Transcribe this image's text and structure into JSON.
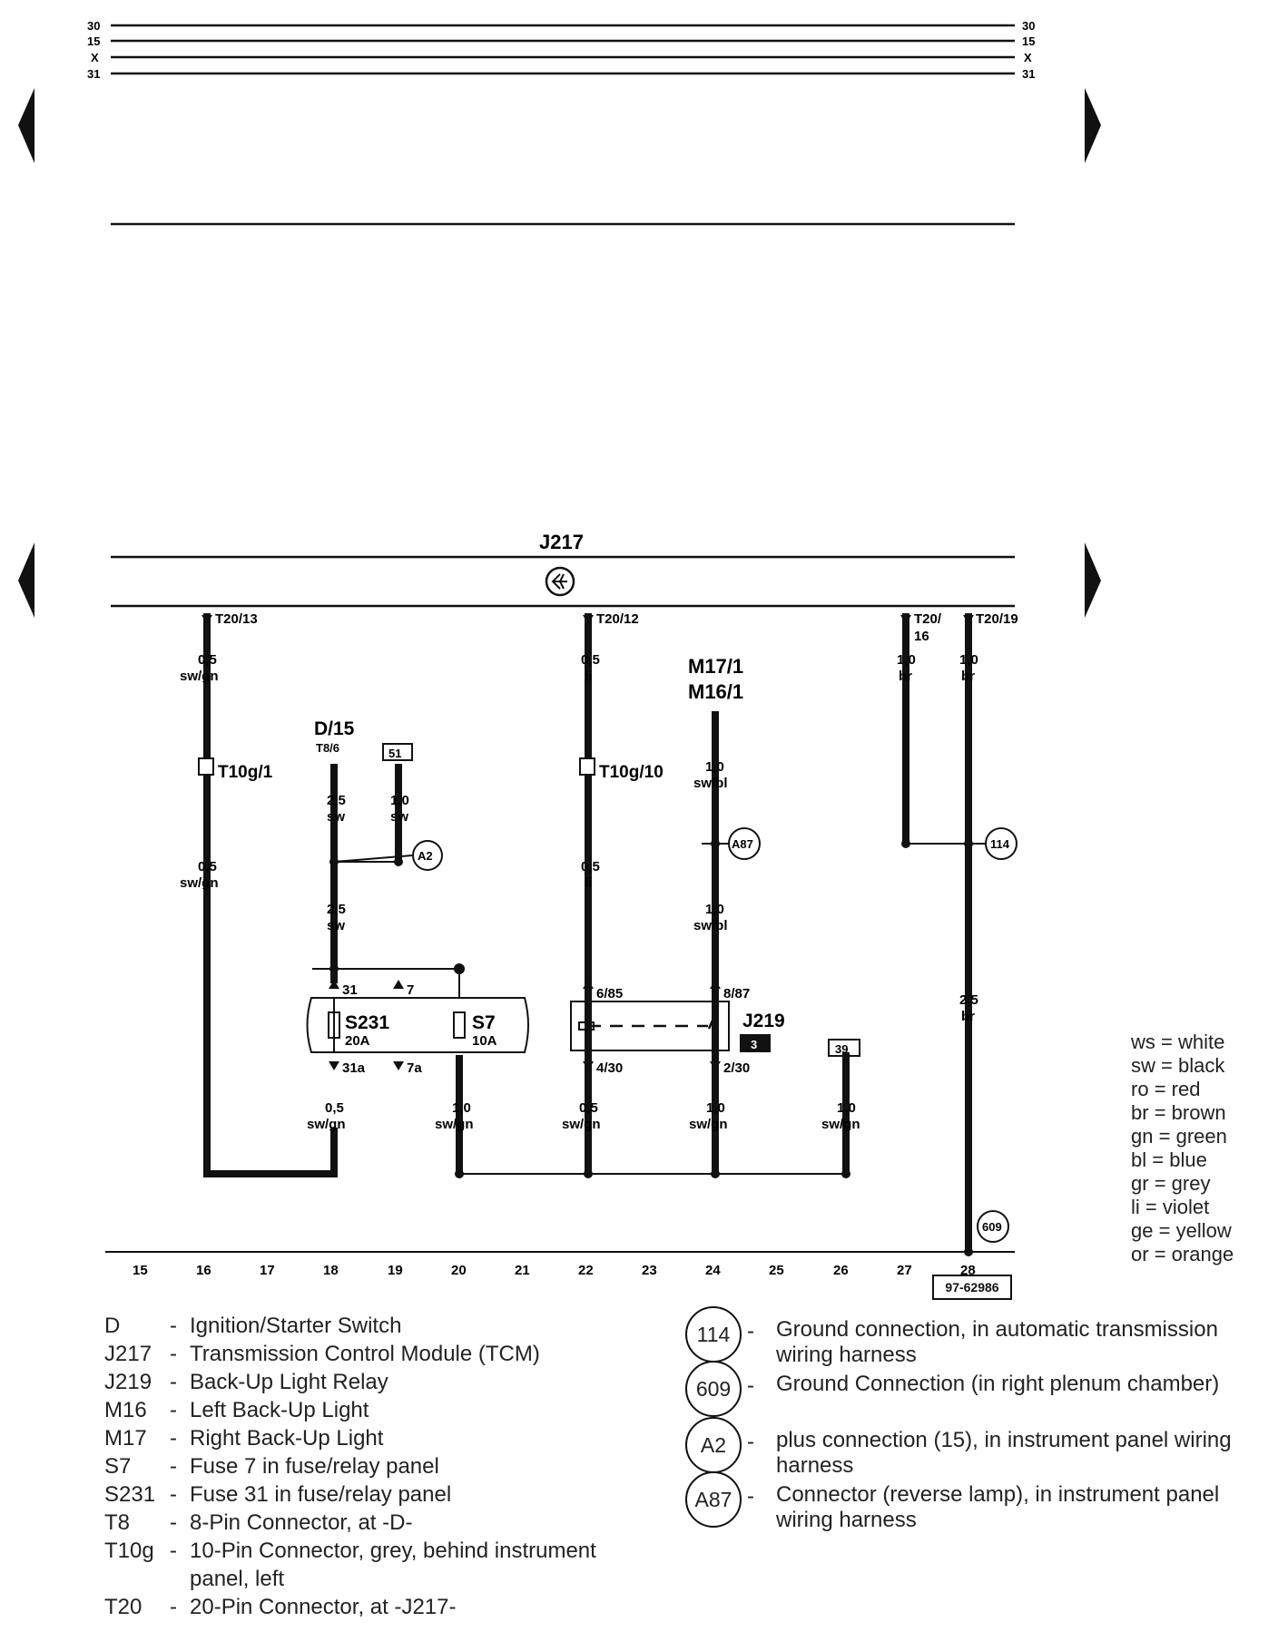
{
  "bus_lines": {
    "l30": "30",
    "l15": "15",
    "lX": "X",
    "l31": "31"
  },
  "module": {
    "code": "J217"
  },
  "wires": {
    "t20_13": "T20/13",
    "t20_12": "T20/12",
    "t20_16a": "T20/",
    "t20_16b": "16",
    "t20_19": "T20/19",
    "w1_top_gauge": "0,5",
    "w1_top_color": "sw/gn",
    "w1_mid_gauge": "0,5",
    "w1_mid_color": "sw/gn",
    "t10g1": "T10g/1",
    "t10g10": "T10g/10",
    "w22_top_gauge": "0,5",
    "w22_top_color": "li",
    "w22_mid_gauge": "0,5",
    "w22_mid_color": "li",
    "d15": "D/15",
    "t8_6": "T8/6",
    "w18a_gauge": "2,5",
    "w18a_color": "sw",
    "w18b_gauge": "2,5",
    "w18b_color": "sw",
    "box51": "51",
    "w19_gauge": "1,0",
    "w19_color": "sw",
    "m17": "M17/1",
    "m16": "M16/1",
    "w24a_gauge": "1,0",
    "w24a_color": "sw/bl",
    "w24b_gauge": "1,0",
    "w24b_color": "sw/bl",
    "w27_gauge": "1,0",
    "w27_color": "br",
    "w28_gauge": "1,0",
    "w28_color": "br",
    "w28b_gauge": "2,5",
    "w28b_color": "br",
    "p31": "31",
    "p7": "7",
    "p31a": "31a",
    "p7a": "7a",
    "p685": "6/85",
    "p887": "8/87",
    "p430": "4/30",
    "p230": "2/30",
    "s231": "S231",
    "s231a": "20A",
    "s7": "S7",
    "s7a": "10A",
    "j219": "J219",
    "j219box": "3",
    "box39": "39",
    "b18_gauge": "0,5",
    "b18_color": "sw/gn",
    "b20_gauge": "1,0",
    "b20_color": "sw/gn",
    "b22_gauge": "0,5",
    "b22_color": "sw/gn",
    "b24_gauge": "1,0",
    "b24_color": "sw/gn",
    "b26_gauge": "1,0",
    "b26_color": "sw/gn",
    "c114": "114",
    "cA87": "A87",
    "cA2": "A2",
    "c609": "609"
  },
  "grid": [
    "15",
    "16",
    "17",
    "18",
    "19",
    "20",
    "21",
    "22",
    "23",
    "24",
    "25",
    "26",
    "27",
    "28"
  ],
  "doc_number": "97-62986",
  "color_legend": [
    {
      "code": "ws",
      "eq": "=",
      "name": "white"
    },
    {
      "code": "sw",
      "eq": "=",
      "name": "black"
    },
    {
      "code": "ro",
      "eq": "=",
      "name": "red"
    },
    {
      "code": "br",
      "eq": "=",
      "name": "brown"
    },
    {
      "code": "gn",
      "eq": "=",
      "name": "green"
    },
    {
      "code": "bl",
      "eq": "=",
      "name": "blue"
    },
    {
      "code": "gr",
      "eq": "=",
      "name": "grey"
    },
    {
      "code": "li",
      "eq": "=",
      "name": "violet"
    },
    {
      "code": "ge",
      "eq": "=",
      "name": "yellow"
    },
    {
      "code": "or",
      "eq": "=",
      "name": "orange"
    }
  ],
  "components": [
    {
      "code": "D",
      "dash": "-",
      "desc": "Ignition/Starter Switch"
    },
    {
      "code": "J217",
      "dash": "-",
      "desc": "Transmission Control Module (TCM)"
    },
    {
      "code": "J219",
      "dash": "-",
      "desc": "Back-Up Light Relay"
    },
    {
      "code": "M16",
      "dash": "-",
      "desc": "Left Back-Up Light"
    },
    {
      "code": "M17",
      "dash": "-",
      "desc": "Right Back-Up Light"
    },
    {
      "code": "S7",
      "dash": "-",
      "desc": "Fuse 7 in fuse/relay panel"
    },
    {
      "code": "S231",
      "dash": "-",
      "desc": "Fuse 31 in fuse/relay panel"
    },
    {
      "code": "T8",
      "dash": "-",
      "desc": "8-Pin Connector, at -D-"
    },
    {
      "code": "T10g",
      "dash": "-",
      "desc": "10-Pin Connector, grey, behind instrument panel, left"
    },
    {
      "code": "T20",
      "dash": "-",
      "desc": "20-Pin Connector, at -J217-"
    }
  ],
  "connections": [
    {
      "id": "114",
      "dash": "-",
      "desc": "Ground connection, in automatic transmission wiring harness"
    },
    {
      "id": "609",
      "dash": "-",
      "desc": "Ground Connection (in right plenum chamber)"
    },
    {
      "id": "A2",
      "dash": "-",
      "desc": "plus connection (15), in instrument panel wiring harness"
    },
    {
      "id": "A87",
      "dash": "-",
      "desc": "Connector (reverse lamp), in instrument panel wiring harness"
    }
  ]
}
